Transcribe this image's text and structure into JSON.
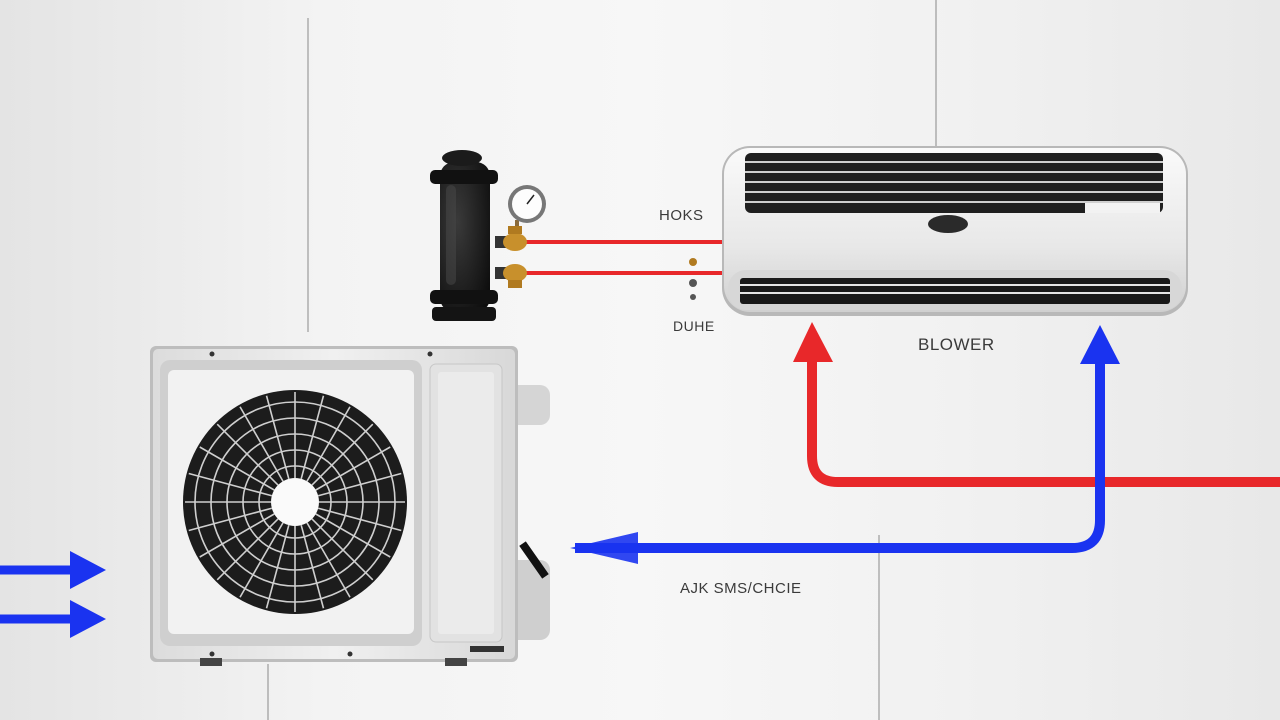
{
  "labels": {
    "valves": "HOKS",
    "valve_lower": "DUHE",
    "indoor": "BLOWER",
    "return_line": "AJK SMS/CHCIE"
  },
  "colors": {
    "hot_line": "#e8282a",
    "cold_line": "#1a33f0",
    "background": "#f3f3f3",
    "unit_body": "#ececec",
    "fan_guard": "#1e1e1e"
  }
}
